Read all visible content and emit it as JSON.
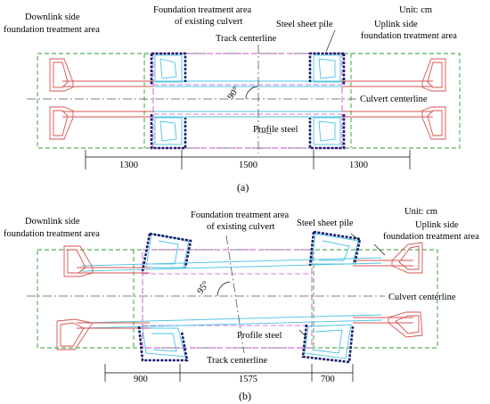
{
  "colors": {
    "outer_zone": "#2e9b2e",
    "culvert_area": "#c94fd6",
    "centerline": "#555555",
    "culvert": "#4cc3e3",
    "approach": "#d9534f",
    "sheet_pile": "#1b1f6b",
    "dim": "#000000"
  },
  "panel_a": {
    "label_downlink": "Downlink side",
    "label_downlink_2": "foundation treatment area",
    "label_existing": "Foundation treatment area",
    "label_existing_2": "of existing culvert",
    "label_track": "Track centerline",
    "label_pile": "Steel sheet pile",
    "label_unit": "Unit: cm",
    "label_uplink": "Uplink side",
    "label_uplink_2": "foundation treatment area",
    "label_culvert_cl": "Culvert centerline",
    "label_angle": "90°",
    "label_profile": "Profile steel",
    "dims": [
      "1300",
      "1500",
      "1300"
    ],
    "caption": "(a)"
  },
  "panel_b": {
    "label_unit": "Unit: cm",
    "label_existing": "Foundation treatment area",
    "label_existing_2": "of existing culvert",
    "label_pile": "Steel sheet pile",
    "label_uplink": "Uplink side",
    "label_uplink_2": "foundation treatment area",
    "label_downlink": "Downlink side",
    "label_downlink_2": "foundation treatment area",
    "label_culvert_cl": "Culvert centerline",
    "label_angle": "95°",
    "label_profile": "Profile steel",
    "label_track": "Track centerline",
    "dims": [
      "900",
      "1575",
      "700"
    ],
    "caption": "(b)"
  }
}
